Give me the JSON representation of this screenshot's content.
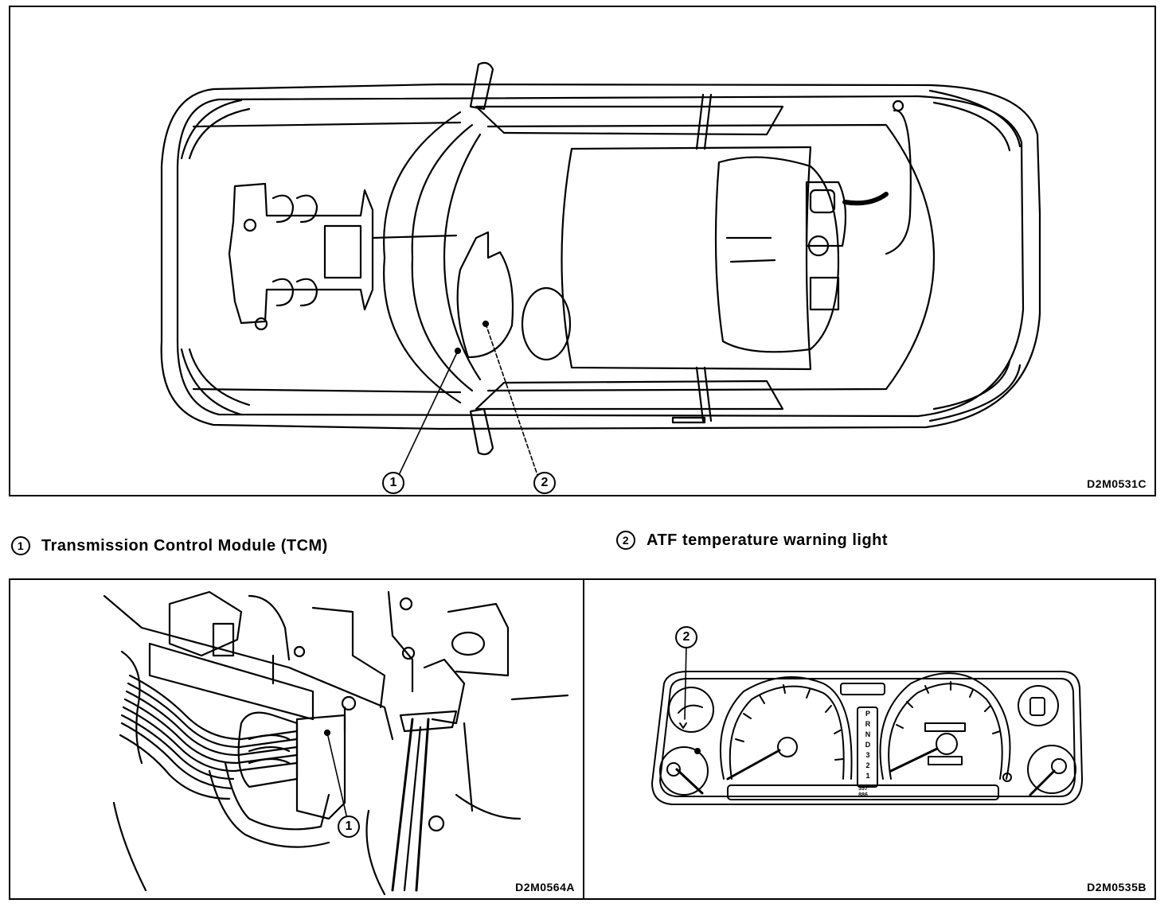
{
  "figures": {
    "top": {
      "code": "D2M0531C"
    },
    "bottom_left": {
      "code": "D2M0564A"
    },
    "bottom_right": {
      "code": "D2M0535B"
    }
  },
  "callouts": {
    "one": "1",
    "two": "2"
  },
  "legend": [
    {
      "number": "1",
      "label": "Transmission Control Module (TCM)"
    },
    {
      "number": "2",
      "label": "ATF temperature warning light"
    }
  ],
  "cluster": {
    "gear_indicators": [
      "P",
      "R",
      "N",
      "D",
      "3",
      "2",
      "1"
    ],
    "odometer_top": "357",
    "odometer_bottom": "886"
  }
}
